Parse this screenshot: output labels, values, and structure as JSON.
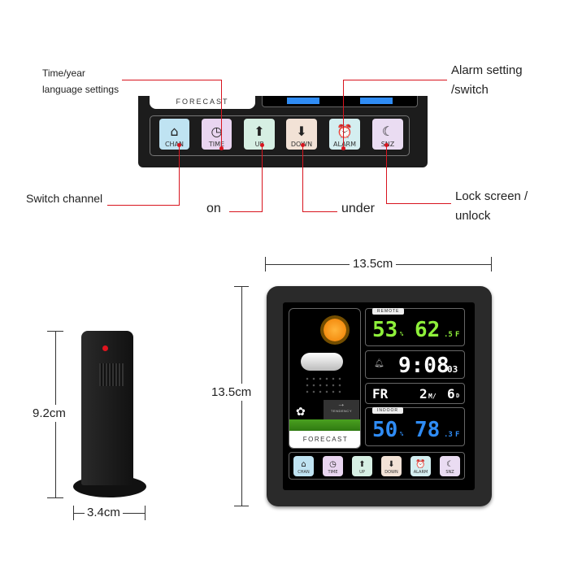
{
  "callouts": {
    "time_year": "Time/year",
    "language": "language settings",
    "alarm": "Alarm setting",
    "alarm_switch": "/switch",
    "switch_channel": "Switch channel",
    "on": "on",
    "under": "under",
    "lock": "Lock screen /",
    "unlock": "unlock"
  },
  "dimensions": {
    "width": "13.5cm",
    "height": "13.5cm",
    "sensor_height": "9.2cm",
    "sensor_width": "3.4cm"
  },
  "display": {
    "forecast": "FORECAST",
    "tendency": "TENDENCY",
    "remote": {
      "tag": "REMOTE",
      "humidity": "53",
      "hum_unit": "%",
      "temp": "62",
      "temp_dec": ".5",
      "temp_unit": "F"
    },
    "time": {
      "hm": "9:08",
      "sec": "03"
    },
    "date": {
      "day": "FR",
      "month": "2",
      "month_unit": "M/",
      "date": "6",
      "date_unit": "D"
    },
    "indoor": {
      "tag": "INDOOR",
      "humidity": "50",
      "hum_unit": "%",
      "temp": "78",
      "temp_dec": ".3",
      "temp_unit": "F"
    },
    "buttons": [
      {
        "label": "CHAN",
        "icon": "house-signal-icon",
        "color": "#bfe3f2"
      },
      {
        "label": "TIME",
        "icon": "clock-icon",
        "color": "#e9d5f0"
      },
      {
        "label": "UP",
        "icon": "up-icon",
        "color": "#d6efe3"
      },
      {
        "label": "DOWN",
        "icon": "down-icon",
        "color": "#f2e2d6"
      },
      {
        "label": "ALARM",
        "icon": "alarm-clock-icon",
        "color": "#d4eef0"
      },
      {
        "label": "SNZ",
        "icon": "moon-cloud-icon",
        "color": "#eadcf2"
      }
    ]
  },
  "colors": {
    "callout": "#d8141e",
    "remote": "#8ef03a",
    "indoor": "#2f8cf5"
  }
}
